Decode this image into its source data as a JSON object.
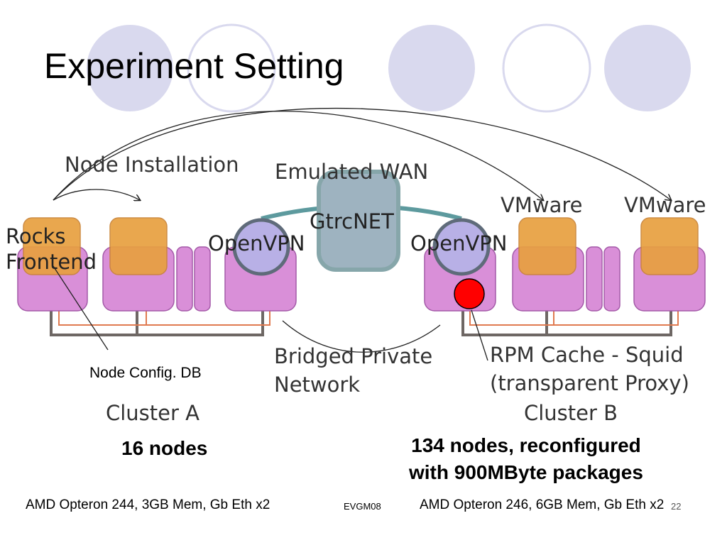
{
  "slide": {
    "title": "Experiment Setting",
    "footer_left": "AMD Opteron 244, 3GB Mem, Gb Eth x2",
    "footer_center": "EVGM08",
    "footer_right": "AMD Opteron 246, 6GB Mem, Gb Eth x2",
    "page_number": "22"
  },
  "diagram": {
    "node_installation": "Node Installation",
    "emulated_wan": "Emulated WAN",
    "gtrcnet": "GtrcNET",
    "openvpn_a": "OpenVPN",
    "openvpn_b": "OpenVPN",
    "vmware_1": "VMware",
    "vmware_2": "VMware",
    "rocks_line1": "Rocks",
    "rocks_line2": "Frontend",
    "node_config_db": "Node Config. DB",
    "bridged_line1": "Bridged Private",
    "bridged_line2": "Network",
    "rpm_line1": "RPM Cache - Squid",
    "rpm_line2": "(transparent Proxy)",
    "cluster_a": "Cluster A",
    "cluster_b": "Cluster B",
    "cluster_a_nodes": "16 nodes",
    "cluster_b_nodes_line1": "134 nodes, reconfigured",
    "cluster_b_nodes_line2": "with 900MByte packages"
  },
  "colors": {
    "deco_circle": "#d9d9ee",
    "node_fill": "#d98fd8",
    "node_stroke": "#a45aa8",
    "vm_fill": "#e8a040",
    "vpn_fill": "#b8b0e6",
    "vpn_stroke": "#5f6b7a",
    "wan_fill": "#9eb3c0",
    "wan_stroke": "#86a6aa",
    "network_line": "#6e6764",
    "link_line": "#e07a50",
    "squid_dot": "#ff0000"
  }
}
